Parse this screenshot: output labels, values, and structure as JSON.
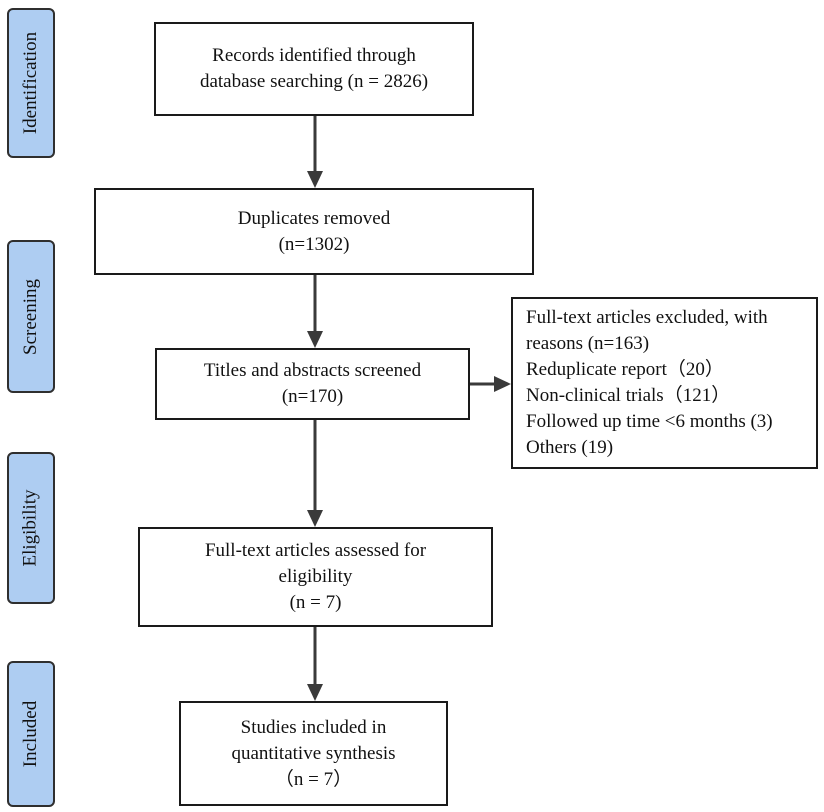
{
  "stages": [
    {
      "id": "identification",
      "label": "Identification"
    },
    {
      "id": "screening",
      "label": "Screening"
    },
    {
      "id": "eligibility",
      "label": "Eligibility"
    },
    {
      "id": "included",
      "label": "Included"
    }
  ],
  "boxes": {
    "records_identified": {
      "lines": [
        "Records identified through",
        "database searching (n = 2826)"
      ]
    },
    "duplicates_removed": {
      "lines": [
        "Duplicates removed",
        "(n=1302)"
      ]
    },
    "titles_screened": {
      "lines": [
        "Titles and abstracts screened",
        "(n=170)"
      ]
    },
    "excluded": {
      "lines": [
        "Full-text articles excluded, with",
        "reasons (n=163)",
        "Reduplicate report（20）",
        "Non-clinical trials（121）",
        "Followed up time <6 months (3)",
        "Others (19)"
      ]
    },
    "full_text_assessed": {
      "lines": [
        "Full-text articles assessed for",
        "eligibility",
        "(n = 7)"
      ]
    },
    "studies_included": {
      "lines": [
        "Studies included in",
        "quantitative synthesis",
        "（n = 7）"
      ]
    }
  },
  "colors": {
    "stage_fill": "#aecdf2",
    "border": "#1a1a1a",
    "arrow": "#3a3a3a",
    "background": "#ffffff"
  }
}
